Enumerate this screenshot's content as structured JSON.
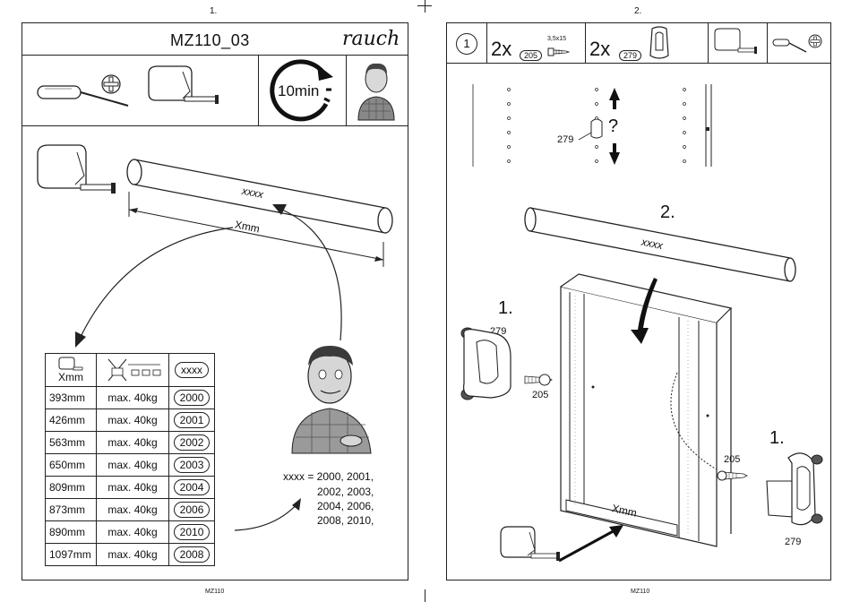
{
  "page1": {
    "page_number": "1.",
    "model": "MZ110_03",
    "brand": "rauch",
    "time": "10min",
    "xxxx_label": "xxxx",
    "xmm_label": "Xmm",
    "table": {
      "header_xmm": "Xmm",
      "header_code": "xxxx",
      "rows": [
        {
          "size": "393mm",
          "load": "max. 40kg",
          "code": "2000"
        },
        {
          "size": "426mm",
          "load": "max. 40kg",
          "code": "2001"
        },
        {
          "size": "563mm",
          "load": "max. 40kg",
          "code": "2002"
        },
        {
          "size": "650mm",
          "load": "max. 40kg",
          "code": "2003"
        },
        {
          "size": "809mm",
          "load": "max. 40kg",
          "code": "2004"
        },
        {
          "size": "873mm",
          "load": "max. 40kg",
          "code": "2006"
        },
        {
          "size": "890mm",
          "load": "max. 40kg",
          "code": "2010"
        },
        {
          "size": "1097mm",
          "load": "max. 40kg",
          "code": "2008"
        }
      ]
    },
    "codes_note": {
      "line1": "xxxx = 2000, 2001,",
      "line2": "2002, 2003,",
      "line3": "2004, 2006,",
      "line4": "2008, 2010,"
    },
    "footer": "MZ110"
  },
  "page2": {
    "page_number": "2.",
    "step": "1",
    "qty1": "2x",
    "part1": "205",
    "screw_size": "3,5x15",
    "qty2": "2x",
    "part2": "279",
    "label_279_top": "279",
    "question": "?",
    "step2_label": "2.",
    "rail_label": "xxxx",
    "step1_left": "1.",
    "label_279_left": "279",
    "label_205_left": "205",
    "step1_right": "1.",
    "label_205_right": "205",
    "label_279_right": "279",
    "xmm_label": "Xmm",
    "footer": "MZ110"
  }
}
